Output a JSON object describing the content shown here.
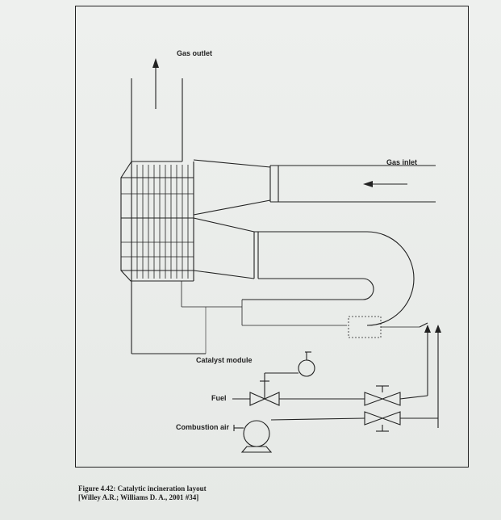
{
  "labels": {
    "gas_outlet": "Gas outlet",
    "gas_inlet": "Gas inlet",
    "catalyst_module": "Catalyst module",
    "fuel": "Fuel",
    "combustion_air": "Combustion air"
  },
  "caption": {
    "line1": "Figure 4.42: Catalytic incineration layout",
    "line2": "[Willey A.R.; Williams D. A., 2001 #34]"
  },
  "colors": {
    "line": "#222222",
    "background": "#e9ece9"
  }
}
